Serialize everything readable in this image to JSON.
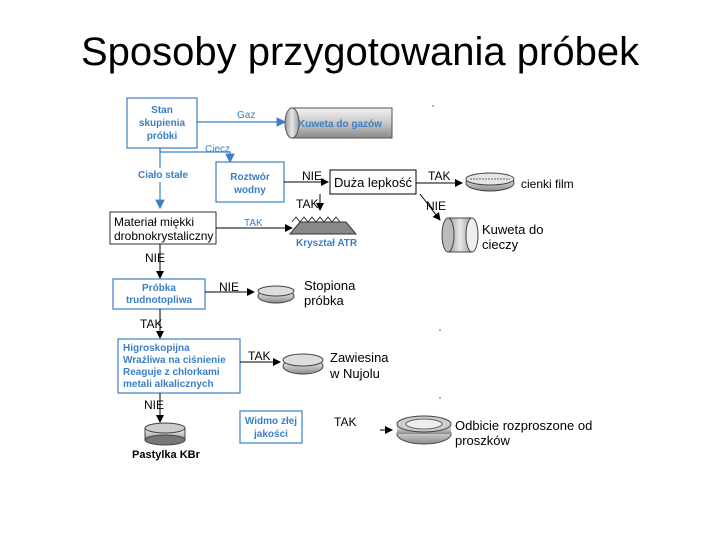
{
  "title": "Sposoby przygotowania próbek",
  "nodes": {
    "stan": [
      "Stan",
      "skupienia",
      "próbki"
    ],
    "gaz": "Gaz",
    "kuweta_gazow": "Kuweta do gazów",
    "ciecz": "Ciecz",
    "cialo_stale": "Ciało stałe",
    "roztwor": [
      "Roztwór",
      "wodny"
    ],
    "nie1": "NIE",
    "duza_lepkosc": "Duża lepkość",
    "tak1": "TAK",
    "cienki_film": "cienki film",
    "tak2": "TAK",
    "nie2": "NIE",
    "material": [
      "Materiał miękki",
      "drobnokrystaliczny"
    ],
    "tak3": "TAK",
    "krysztal": "Kryształ ATR",
    "kuweta_cieczy": [
      "Kuweta do",
      "cieczy"
    ],
    "nie3": "NIE",
    "probka": [
      "Próbka",
      "trudnotopliwa"
    ],
    "nie4": "NIE",
    "stopiona": [
      "Stopiona",
      "próbka"
    ],
    "tak4": "TAK",
    "higro": [
      "Higroskopijna",
      "Wrażliwa na ciśnienie",
      "Reaguje z chlorkami",
      "metali alkalicznych"
    ],
    "tak5": "TAK",
    "zawiesina": [
      "Zawiesina",
      "w Nujolu"
    ],
    "nie5": "NIE",
    "widmo": [
      "Widmo złej",
      "jakości"
    ],
    "tak6": "TAK",
    "odbicie": [
      "Odbicie rozproszone od",
      "proszków"
    ],
    "pastylka": "Pastylka KBr"
  },
  "colors": {
    "accent": "#3b7fc4",
    "text": "#000000"
  }
}
